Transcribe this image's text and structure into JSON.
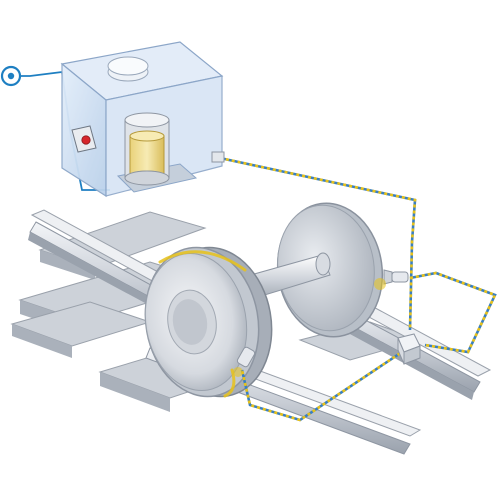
{
  "diagram": {
    "components": [
      {
        "name": "lubrication-reservoir-box"
      },
      {
        "name": "lubricant-cartridge"
      },
      {
        "name": "control-push-button"
      },
      {
        "name": "power-connector"
      },
      {
        "name": "wheel-flange-spray-nozzle"
      },
      {
        "name": "rear-wheel-spray-nozzle"
      },
      {
        "name": "rail-junction-block"
      },
      {
        "name": "railway-wheelset"
      },
      {
        "name": "railway-track"
      }
    ],
    "colors": {
      "power_line": "#1e7fc2",
      "hose_yellow": "#e8c21a",
      "hose_blue": "#3a7fc0",
      "button_red": "#d7262b",
      "lubricant": "#f1df8a",
      "steel_light": "#e4e7ec",
      "steel_mid": "#bcc2cb",
      "steel_dark": "#8e96a2",
      "box_glass": "#cfe0f3"
    }
  }
}
